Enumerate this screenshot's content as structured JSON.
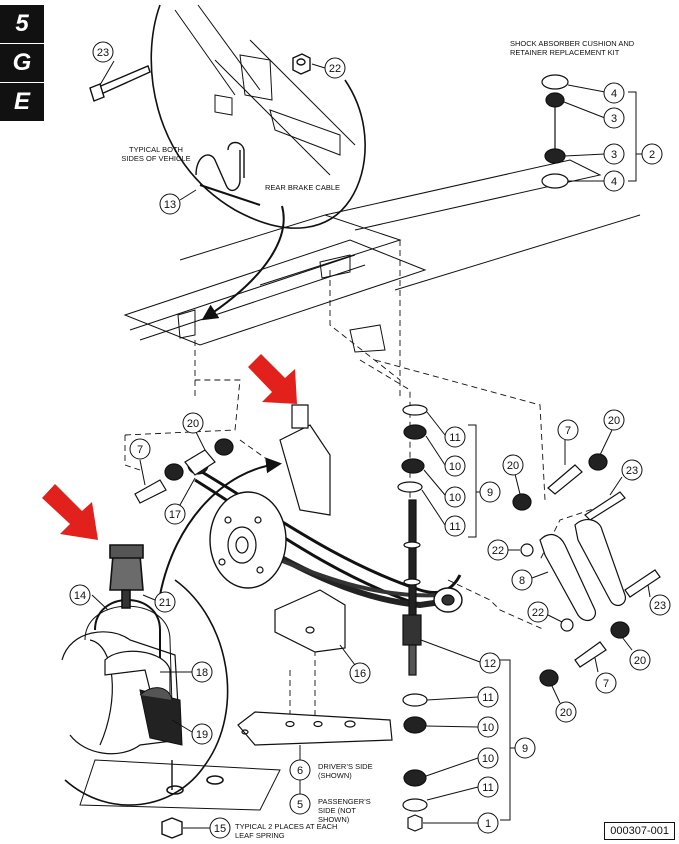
{
  "section_tabs": [
    "5",
    "G",
    "E"
  ],
  "titles": {
    "kit": "SHOCK ABSORBER CUSHION AND RETAINER REPLACEMENT KIT",
    "typical": "TYPICAL BOTH SIDES OF VEHICLE",
    "rear_brake": "REAR BRAKE CABLE",
    "driver_side": "DRIVER’S SIDE (SHOWN)",
    "passenger_side": "PASSENGER’S SIDE (NOT SHOWN)",
    "typical_places": "TYPICAL 2 PLACES AT EACH LEAF SPRING"
  },
  "part_number": "000307-001",
  "callouts": [
    "1",
    "2",
    "3",
    "4",
    "5",
    "6",
    "7",
    "8",
    "9",
    "10",
    "11",
    "12",
    "13",
    "14",
    "15",
    "16",
    "17",
    "18",
    "19",
    "20",
    "21",
    "22",
    "23"
  ],
  "colors": {
    "arrow": "#e2211c",
    "ink": "#111111"
  }
}
